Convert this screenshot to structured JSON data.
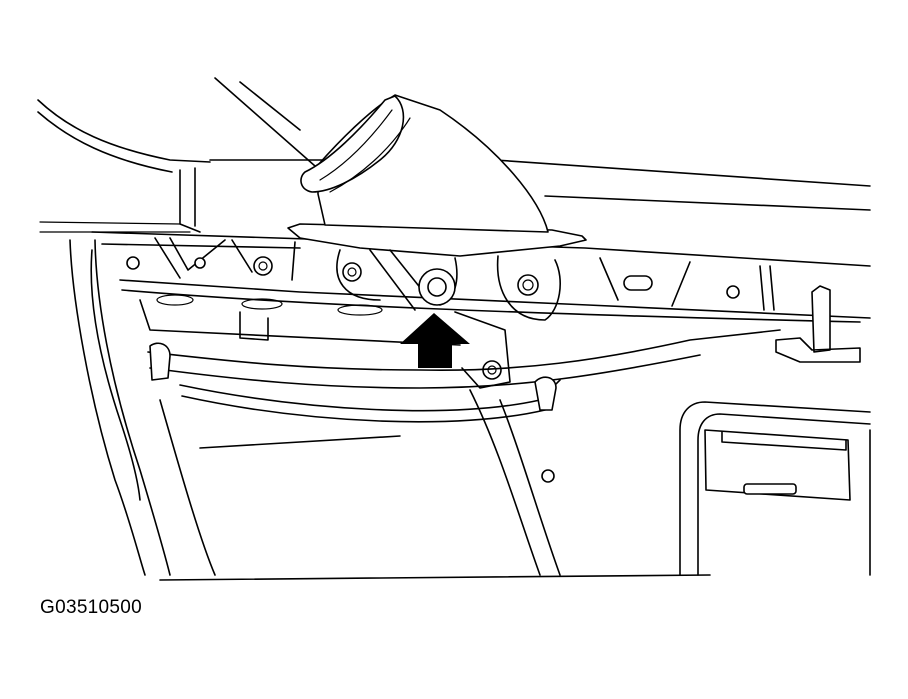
{
  "figure": {
    "code": "G03510500",
    "line_color": "#000000",
    "background": "#ffffff",
    "callout": {
      "type": "arrow",
      "direction": "up",
      "fill": "#000000"
    }
  }
}
